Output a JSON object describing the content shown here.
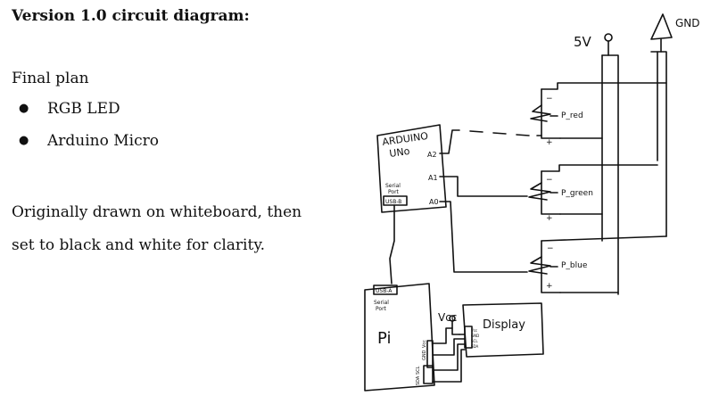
{
  "heading": "Version 1.0 circuit diagram:",
  "plan_title": "Final plan",
  "plan_items": [
    "RGB LED",
    "Arduino Micro"
  ],
  "note": "Originally drawn on whiteboard, then set to black and white for clarity.",
  "diagram": {
    "label_5v": "5V",
    "label_gnd": "GND",
    "arduino_label_1": "ARDUINO",
    "arduino_label_2": "UNo",
    "pin_a2": "A2",
    "pin_a1": "A1",
    "pin_a0": "A0",
    "serial_port_1": "Serial",
    "serial_port_2": "Port",
    "usb_b": "USB-B",
    "pot_red": "P_red",
    "pot_green": "P_green",
    "pot_blue": "P_blue",
    "minus": "−",
    "plus": "+",
    "usb_a": "USB-A",
    "pi_serial_1": "Serial",
    "pi_serial_2": "Port",
    "pi_label": "Pi",
    "vcc": "Vcc",
    "pi_vcc": "Vcc",
    "pi_gnd": "GND",
    "pi_scl": "SCL",
    "pi_sda": "SDA",
    "display_label": "Display",
    "disp_vcc": "Vcc",
    "disp_gnd": "GND",
    "disp_scl": "SCL",
    "disp_sda": "SDA"
  }
}
